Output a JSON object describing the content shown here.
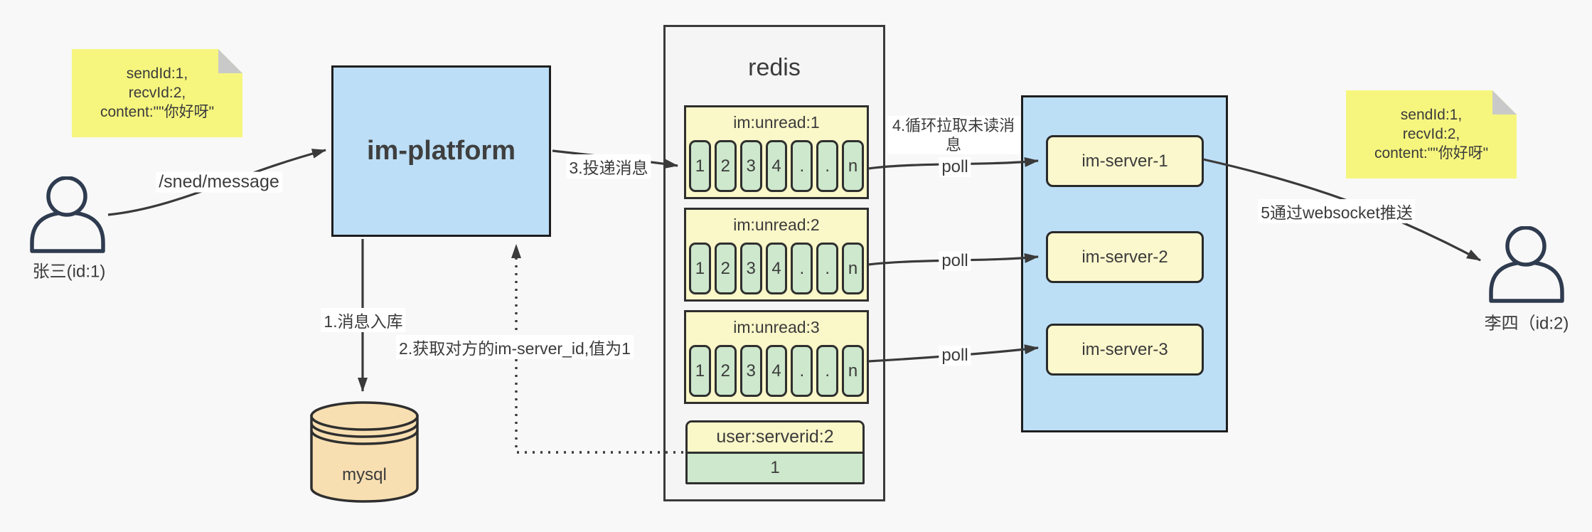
{
  "colors": {
    "canvas_bg": "#F8F8F8",
    "note_yellow": "#F6F67F",
    "note_fold_gray": "#C9C9C9",
    "platform_blue": "#BCDEF6",
    "cluster_blue": "#BDDFF6",
    "redis_container_gray": "#F5F5F5",
    "queue_header_yellow": "#FAF7C8",
    "cell_green": "#CDE8CC",
    "server_box_yellow": "#FBF8CD",
    "mysql_tan": "#F8DFB2",
    "line_dark": "#3A3A3A",
    "actor_outline": "#2F3B4F"
  },
  "actors": {
    "sender": {
      "label": "张三(id:1)"
    },
    "receiver": {
      "label": "李四（id:2)"
    }
  },
  "notes": {
    "left": {
      "lines": [
        "sendId:1,",
        "recvId:2,",
        "content:\"\"你好呀\""
      ]
    },
    "right": {
      "lines": [
        "sendId:1,",
        "recvId:2,",
        "content:\"\"你好呀\""
      ]
    }
  },
  "platform": {
    "label": "im-platform"
  },
  "database": {
    "label": "mysql"
  },
  "redis": {
    "title": "redis",
    "queues": [
      {
        "title": "im:unread:1",
        "cells": [
          "1",
          "2",
          "3",
          "4",
          ".",
          ".",
          "n"
        ]
      },
      {
        "title": "im:unread:2",
        "cells": [
          "1",
          "2",
          "3",
          "4",
          ".",
          ".",
          "n"
        ]
      },
      {
        "title": "im:unread:3",
        "cells": [
          "1",
          "2",
          "3",
          "4",
          ".",
          ".",
          "n"
        ]
      }
    ],
    "server_map": {
      "title": "user:serverid:2",
      "value": "1"
    }
  },
  "server_cluster": {
    "items": [
      {
        "label": "im-server-1"
      },
      {
        "label": "im-server-2"
      },
      {
        "label": "im-server-3"
      }
    ]
  },
  "edges": {
    "send_label": "/sned/message",
    "step1": "1.消息入库",
    "step2": "2.获取对方的im-server_id,值为1",
    "step3": "3.投递消息",
    "step4_lines": [
      "4.循环拉取未读消",
      "息"
    ],
    "poll": "poll",
    "step5": "5通过websocket推送"
  }
}
